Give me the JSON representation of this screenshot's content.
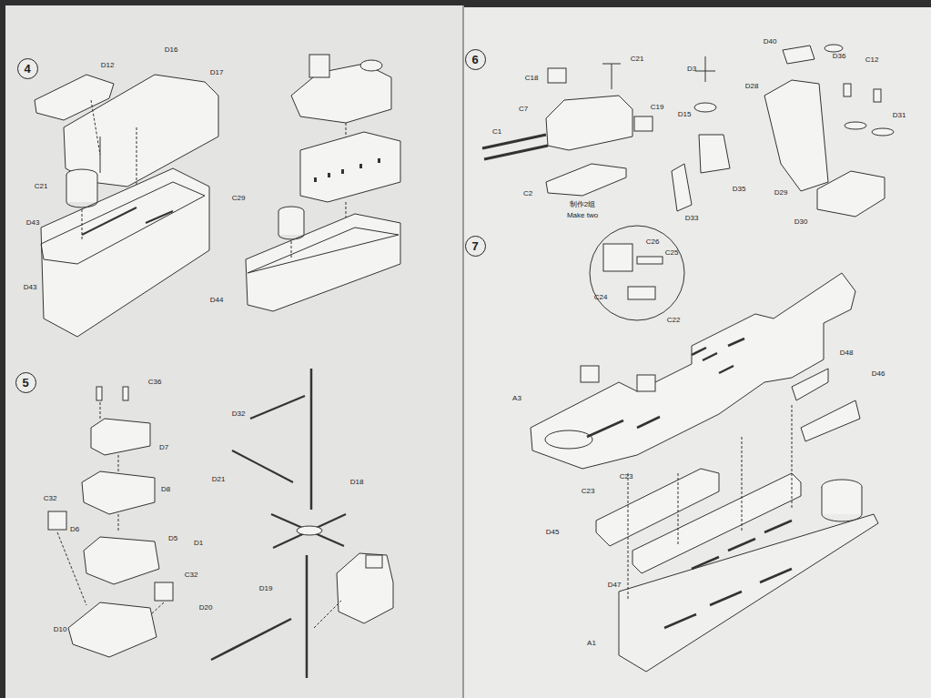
{
  "diagram": {
    "nodes": [
      {
        "text": [
          "4"
        ]
      },
      {
        "text": [
          "5"
        ]
      },
      {
        "text": [
          "6"
        ]
      },
      {
        "text": [
          "7"
        ]
      }
    ],
    "labels": [
      "D12",
      "D16",
      "D17",
      "C21",
      "D43",
      "D43",
      "D44",
      "C29",
      "C36",
      "D7",
      "D8",
      "C32",
      "D6",
      "D5",
      "C32",
      "D10",
      "D32",
      "D21",
      "D18",
      "D1",
      "D19",
      "D20",
      "C21",
      "C18",
      "C7",
      "C19",
      "C1",
      "C2",
      "制作2组",
      "Make two",
      "D3",
      "D15",
      "D35",
      "D33",
      "D40",
      "D36",
      "C12",
      "D28",
      "D31",
      "D29",
      "D30",
      "C26",
      "C25",
      "C24",
      "C22",
      "A3",
      "C23",
      "C23",
      "D48",
      "D46",
      "D45",
      "D47",
      "A1"
    ]
  }
}
